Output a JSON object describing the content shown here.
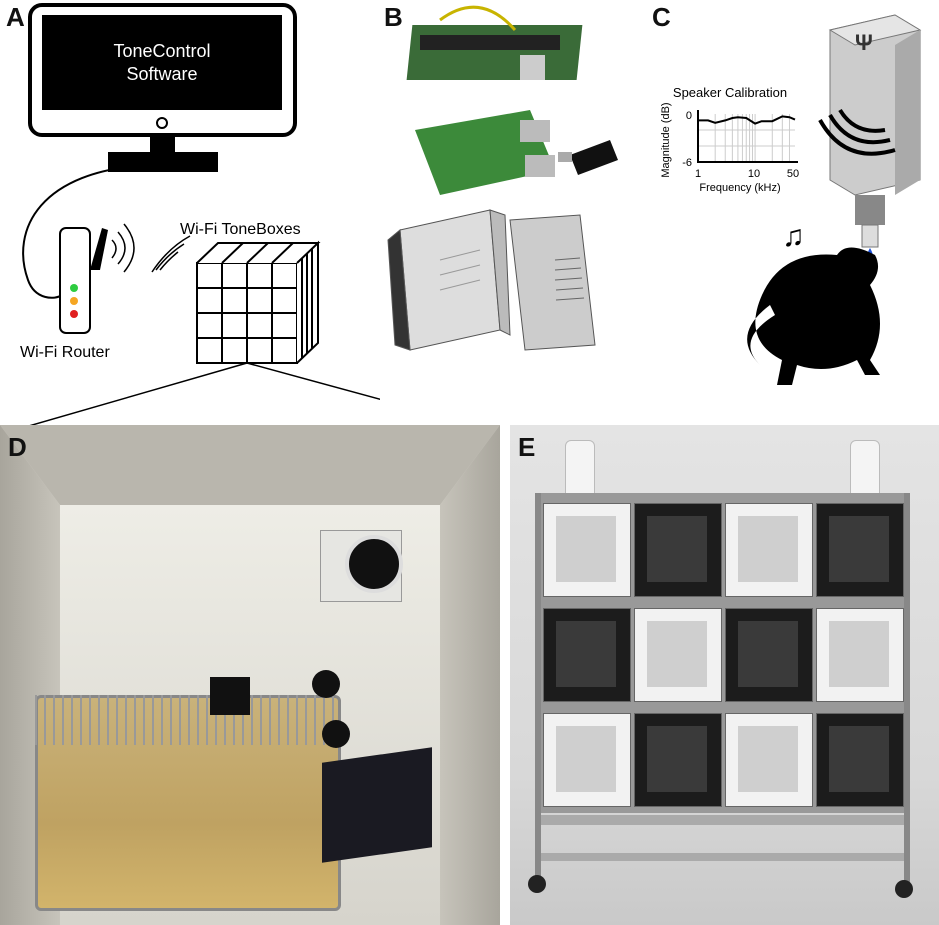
{
  "panels": {
    "a": {
      "label": "A",
      "monitor_text_line1": "ToneControl",
      "monitor_text_line2": "Software",
      "toneboxes_label": "Wi-Fi ToneBoxes",
      "router_label": "Wi-Fi Router",
      "led_colors": [
        "#2ecc40",
        "#f5a623",
        "#e02020"
      ]
    },
    "b": {
      "label": "B"
    },
    "c": {
      "label": "C",
      "head_symbol": "Ψ",
      "water_color": "#1a4fd8",
      "calibration": {
        "title": "Speaker Calibration",
        "ylabel": "Magnitude (dB)",
        "xlabel": "Frequency (kHz)",
        "yticks": [
          "0",
          "-6"
        ],
        "xticks": [
          "1",
          "10",
          "50"
        ],
        "xscale": "log",
        "ylim": [
          -6,
          0
        ],
        "xlim": [
          1,
          50
        ],
        "x": [
          1,
          1.5,
          2,
          3,
          4,
          5,
          7,
          10,
          13,
          20,
          30,
          40,
          50
        ],
        "y": [
          -0.8,
          -0.8,
          -1.1,
          -0.8,
          -0.5,
          -0.4,
          -0.5,
          -1.2,
          -0.9,
          -0.9,
          -0.3,
          -0.4,
          -0.7
        ]
      }
    },
    "d": {
      "label": "D"
    },
    "e": {
      "label": "E"
    }
  }
}
